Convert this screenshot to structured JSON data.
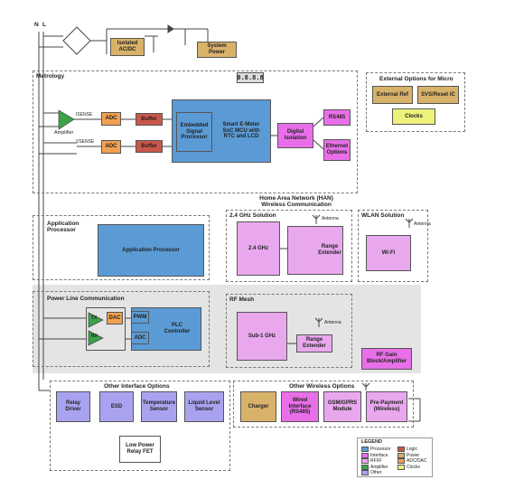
{
  "line_labels": {
    "n": "N",
    "l": "L"
  },
  "top": {
    "isolated": "Isolated AC/DC",
    "system_power": "System Power"
  },
  "metrology": {
    "title": "Metrology",
    "amplifier": "Amplifier",
    "isense": "ISENSE",
    "vsense": "VSENSE",
    "adc1": "ADC",
    "adc2": "ADC",
    "buffer1": "Buffer",
    "buffer2": "Buffer",
    "esp": "Embedded Signal Processor",
    "mcu": "Smart E-Meter SoC MCU with RTC and LCD",
    "lcd": "0.8.8.8",
    "digital_isolation": "Digital Isolation",
    "rs485": "RS485",
    "ethernet": "Ethernet Options"
  },
  "ext_options": {
    "title": "External Options for Micro",
    "ext_ref": "External Ref",
    "svs": "SVS/Reset IC",
    "clocks": "Clocks"
  },
  "han": {
    "title": "Home Area Network (HAN) Wireless Communication"
  },
  "ghz24": {
    "title": "2.4 GHz Solution",
    "antenna": "Antenna",
    "chip": "2.4 GHz",
    "range": "Range Extender"
  },
  "wlan": {
    "title": "WLAN Solution",
    "antenna": "Antenna",
    "chip": "Wi-Fi"
  },
  "app_proc": {
    "title": "Application Processor",
    "block": "Application Processor"
  },
  "plc": {
    "title": "Power Line Communication",
    "tx": "TX",
    "rx": "RX",
    "dac": "DAC",
    "pwm": "PWM",
    "adc": "ADC",
    "controller": "PLC Controller"
  },
  "rfmesh": {
    "title": "RF Mesh",
    "antenna": "Antenna",
    "chip": "Sub-1 GHz",
    "range": "Range Extender"
  },
  "rf_gain": "RF Gain Block/Amplifier",
  "other_iface": {
    "title": "Other Interface Options",
    "relay": "Relay Driver",
    "esd": "ESD",
    "temp": "Temperature Sensor",
    "liquid": "Liquid Level Sensor",
    "lp_relay": "Low Power Relay FET"
  },
  "other_wireless": {
    "title": "Other Wireless Options",
    "charger": "Charger",
    "wired": "Wired Interface (RS485)",
    "gsm": "GSM/GPRS Module",
    "prepay": "Pre-Payment (Wireless)"
  },
  "legend": {
    "title": "LEGEND",
    "items": [
      {
        "label": "Processor",
        "color": "#5b9bd5"
      },
      {
        "label": "Logic",
        "color": "#c8584a"
      },
      {
        "label": "Interface",
        "color": "#e86fe8"
      },
      {
        "label": "Power",
        "color": "#d9b26a"
      },
      {
        "label": "RF/IF",
        "color": "#e9a8ee"
      },
      {
        "label": "ADC/DAC",
        "color": "#f0a050"
      },
      {
        "label": "Amplifier",
        "color": "#3aa34a"
      },
      {
        "label": "Clocks",
        "color": "#eef27a"
      },
      {
        "label": "Other",
        "color": "#a9a3ef"
      }
    ]
  }
}
